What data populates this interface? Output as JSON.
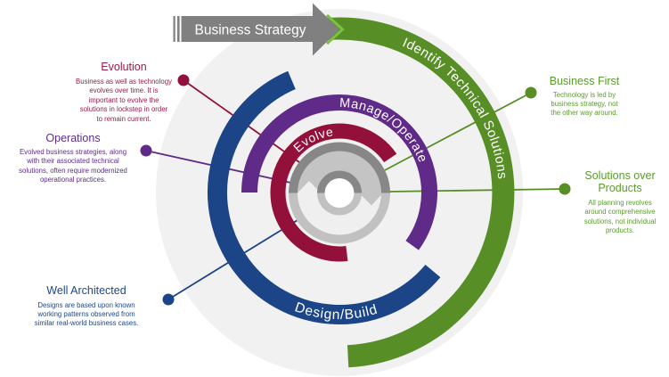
{
  "diagram": {
    "arrow_label": "Business Strategy",
    "ring_labels": {
      "identify": "Identify Technical Solutions",
      "manage": "Manage/Operate",
      "evolve": "Evolve",
      "design": "Design/Build"
    }
  },
  "callouts": {
    "evolution": {
      "title": "Evolution",
      "body": [
        "Business as well as technology",
        "evolves over time. It is",
        "important to evolve the",
        "solutions in lockstep in order",
        "to remain current."
      ]
    },
    "operations": {
      "title": "Operations",
      "body": [
        "Evolved business strategies, along",
        "with their associated technical",
        "solutions, often require modernized",
        "operational practices."
      ]
    },
    "well_architected": {
      "title": "Well Architected",
      "body": [
        "Designs are based upon known",
        "working patterns observed from",
        "similar real-world business cases."
      ]
    },
    "business_first": {
      "title": "Business First",
      "body": [
        "Technology is led by",
        "business strategy, not",
        "the other way around."
      ]
    },
    "solutions_over_products": {
      "title": [
        "Solutions over",
        "Products"
      ],
      "body": [
        "All planning revolves",
        "around comprehensive",
        "solutions, not individual",
        "products."
      ]
    }
  },
  "colors": {
    "background": "#f1f1f1",
    "green": "#578e26",
    "green_light": "#7cc242",
    "blue": "#1c4587",
    "purple": "#5f2a88",
    "crimson": "#93103b",
    "arrow_gray": "#808080",
    "text_evolution": "#9b1b4b",
    "text_operations": "#5d2c8c",
    "text_well_architected": "#1e4787",
    "text_green": "#5b9a2e"
  }
}
